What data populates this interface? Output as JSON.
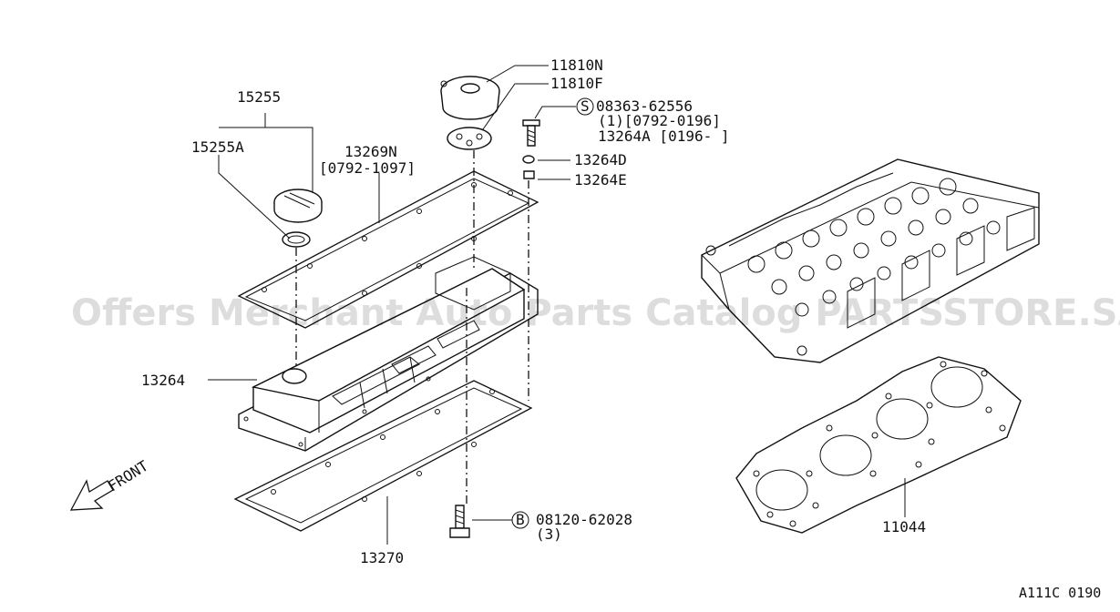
{
  "labels": {
    "p15255": "15255",
    "p15255a": "15255A",
    "p13269n": "13269N",
    "p13269n_range": "[0792-1097]",
    "p11810n": "11810N",
    "p11810f": "11810F",
    "s_bolt": "08363-62556",
    "s_bolt_qty": "(1)[0792-0196]",
    "p13264a": "13264A [0196-    ]",
    "p13264d": "13264D",
    "p13264e": "13264E",
    "p13264": "13264",
    "p13270": "13270",
    "b_bolt": "08120-62028",
    "b_bolt_qty": "(3)",
    "p11044": "11044",
    "front": "FRONT",
    "s_mark": "S",
    "b_mark": "B"
  },
  "watermark": "Offers Merchant Auto Parts Catalog PARTSSTORE.SA",
  "diagram_code": "A111C 0190"
}
